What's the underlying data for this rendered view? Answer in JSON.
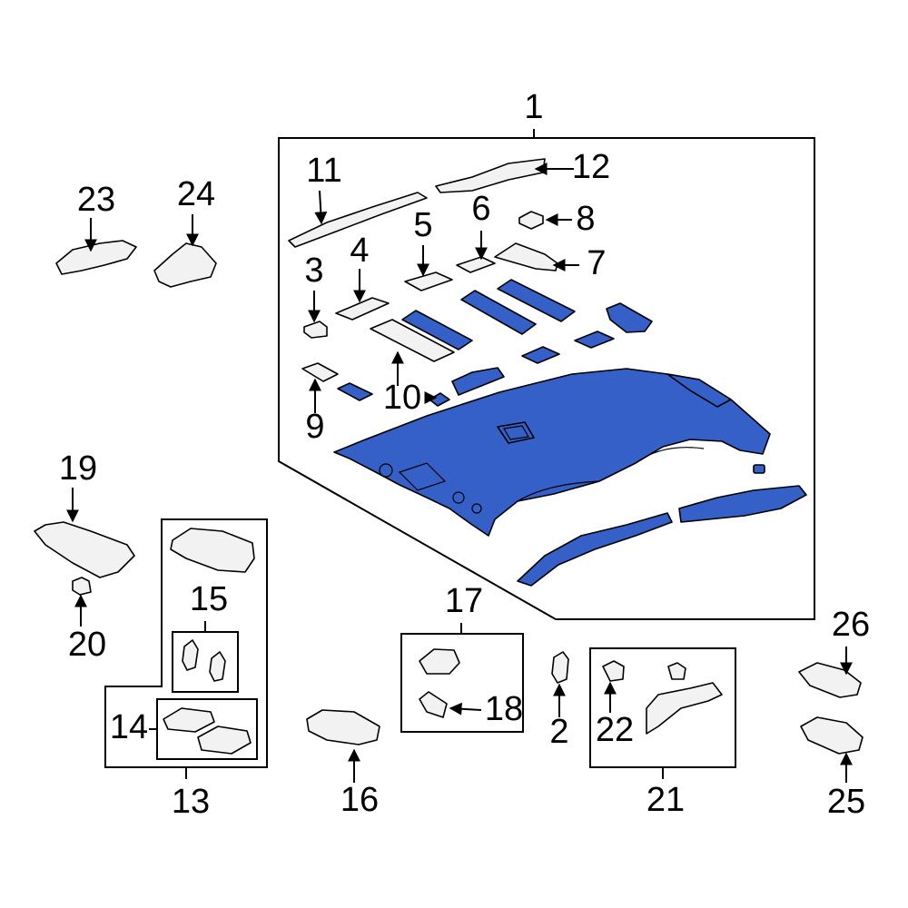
{
  "colors": {
    "highlight": "#3560c8",
    "part": "#f2f2f2",
    "line": "#000000"
  },
  "callouts": [
    {
      "id": "1",
      "text": "1"
    },
    {
      "id": "2",
      "text": "2"
    },
    {
      "id": "3",
      "text": "3"
    },
    {
      "id": "4",
      "text": "4"
    },
    {
      "id": "5",
      "text": "5"
    },
    {
      "id": "6",
      "text": "6"
    },
    {
      "id": "7",
      "text": "7"
    },
    {
      "id": "8",
      "text": "8"
    },
    {
      "id": "9",
      "text": "9"
    },
    {
      "id": "10",
      "text": "10"
    },
    {
      "id": "11",
      "text": "11"
    },
    {
      "id": "12",
      "text": "12"
    },
    {
      "id": "13",
      "text": "13"
    },
    {
      "id": "14",
      "text": "14"
    },
    {
      "id": "15",
      "text": "15"
    },
    {
      "id": "16",
      "text": "16"
    },
    {
      "id": "17",
      "text": "17"
    },
    {
      "id": "18",
      "text": "18"
    },
    {
      "id": "19",
      "text": "19"
    },
    {
      "id": "20",
      "text": "20"
    },
    {
      "id": "21",
      "text": "21"
    },
    {
      "id": "22",
      "text": "22"
    },
    {
      "id": "23",
      "text": "23"
    },
    {
      "id": "24",
      "text": "24"
    },
    {
      "id": "25",
      "text": "25"
    },
    {
      "id": "26",
      "text": "26"
    }
  ]
}
